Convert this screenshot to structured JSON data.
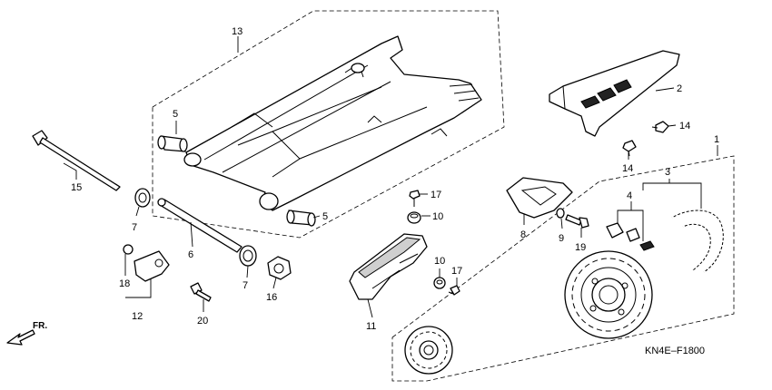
{
  "diagram_code": "KN4E–F1800",
  "front_marker": "FR.",
  "part_labels": [
    "1",
    "2",
    "3",
    "4",
    "5",
    "5",
    "6",
    "7",
    "7",
    "8",
    "9",
    "10",
    "10",
    "11",
    "12",
    "13",
    "14",
    "14",
    "15",
    "16",
    "17",
    "17",
    "18",
    "19",
    "20"
  ],
  "parts": {
    "swingarm": "13",
    "chain_guide_cover": "2",
    "pivot_bolt": "15",
    "pivot_collar": "6",
    "dust_seal": "7",
    "chain_slider": "11",
    "slider_bracket": "12",
    "chain_kit": "1",
    "drive_chain": "3",
    "master_link": "4",
    "chain_guide": "8"
  }
}
